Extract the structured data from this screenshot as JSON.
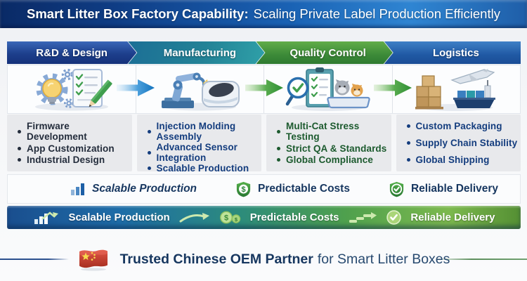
{
  "banner": {
    "title_bold": "Smart Litter Box Factory Capability:",
    "title_rest": "Scaling Private Label Production Efficiently"
  },
  "pipeline": {
    "columns": [
      {
        "header": "R&D & Design",
        "icon": "lightbulb-checklist-icon",
        "items": [
          "Firmware Development",
          "App Customization",
          "Industrial Design"
        ]
      },
      {
        "header": "Manufacturing",
        "icon": "robot-arm-litter-box-icon",
        "items": [
          "Injection Molding Assembly",
          "Advanced Sensor Integration",
          "Scalable Production"
        ]
      },
      {
        "header": "Quality Control",
        "icon": "inspection-cats-icon",
        "items": [
          "Multi-Cat Stress Testing",
          "Strict QA & Standards",
          "Global Compliance"
        ]
      },
      {
        "header": "Logistics",
        "icon": "plane-boxes-ship-icon",
        "items": [
          "Custom Packaging",
          "Supply Chain Stability",
          "Global Shipping"
        ]
      }
    ],
    "arrow_icons": [
      "blue-arrow-icon",
      "green-arrow-icon",
      "green-arrow-icon"
    ]
  },
  "benefits": [
    {
      "label": "Scalable Production",
      "badge_icon": "bar-chart-icon",
      "banner_icon": "growth-bars-icon"
    },
    {
      "label": "Predictable Costs",
      "badge_icon": "dollar-shield-icon",
      "banner_icon": "coins-icon"
    },
    {
      "label": "Reliable Delivery",
      "badge_icon": "check-shield-icon",
      "banner_icon": "check-circle-icon"
    }
  ],
  "footer": {
    "flag_icon": "china-flag-icon",
    "text_bold": "Trusted Chinese OEM Partner",
    "text_rest": "for Smart Litter Boxes"
  },
  "colors": {
    "accent_blue": "#1b5fa8",
    "accent_green": "#3f9e3f",
    "navy_text": "#16365f",
    "green_text": "#1c5a2e"
  }
}
